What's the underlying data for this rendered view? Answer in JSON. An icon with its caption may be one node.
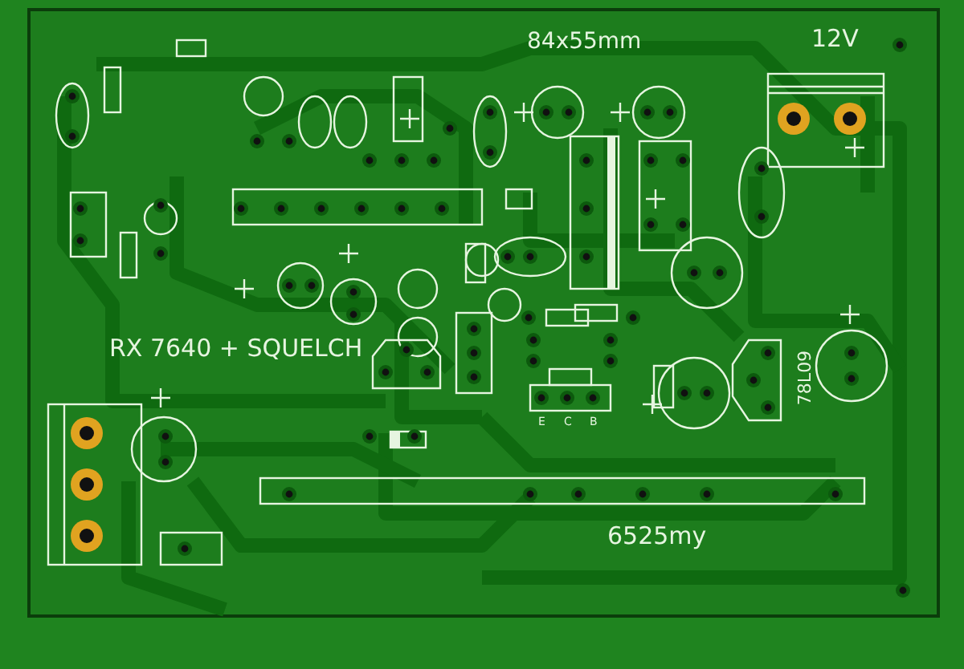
{
  "diagram": {
    "labels": [
      "84x55mm",
      "12V",
      "RX 7640 + SQUELCH",
      "E",
      "C",
      "B",
      "78L09",
      "6525my"
    ]
  }
}
